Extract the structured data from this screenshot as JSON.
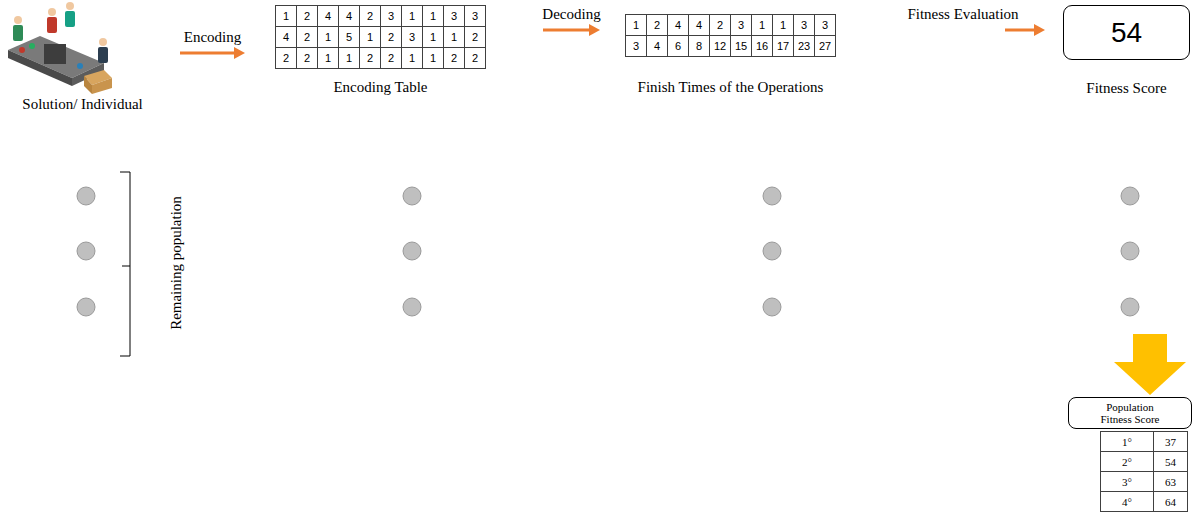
{
  "diagram": {
    "nodes": [
      {
        "text": [
          "Solution/ Individual"
        ]
      },
      {
        "text": [
          "1",
          "2",
          "4",
          "4",
          "2",
          "3",
          "1",
          "1",
          "3",
          "3",
          "4",
          "2",
          "1",
          "5",
          "1",
          "2",
          "3",
          "1",
          "1",
          "2",
          "2",
          "2",
          "1",
          "1",
          "2",
          "2",
          "1",
          "1",
          "2",
          "2",
          "Encoding Table"
        ]
      },
      {
        "text": [
          "1",
          "2",
          "4",
          "4",
          "2",
          "3",
          "1",
          "1",
          "3",
          "3",
          "3",
          "4",
          "6",
          "8",
          "12",
          "15",
          "16",
          "17",
          "23",
          "27",
          "Finish Times of the Operations"
        ]
      },
      {
        "text": [
          "54",
          "Fitness Score"
        ]
      },
      {
        "text": [
          "Population Fitness Score"
        ]
      },
      {
        "text": [
          "1°",
          "37",
          "2°",
          "54",
          "3°",
          "63",
          "4°",
          "64"
        ]
      }
    ],
    "edges": [
      {
        "from": 0,
        "to": 1,
        "arrow": "to",
        "label": "Encoding"
      },
      {
        "from": 1,
        "to": 2,
        "arrow": "to",
        "label": "Decoding"
      },
      {
        "from": 2,
        "to": 3,
        "arrow": "to",
        "label": "Fitness Evaluation"
      }
    ],
    "labels": [
      "Remaining population"
    ]
  }
}
